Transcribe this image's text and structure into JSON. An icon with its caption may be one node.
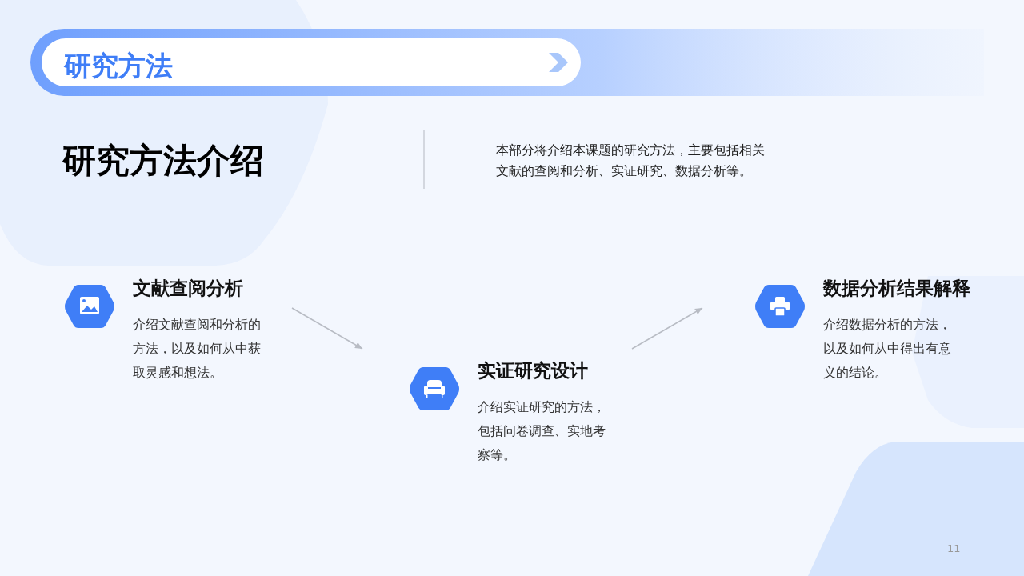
{
  "diagram": {
    "title": "研究方法",
    "nodes": [
      {
        "text": [
          "文献查阅分析",
          "介绍文献查阅和分析的方法，以及如何从中获取灵感和想法。"
        ]
      },
      {
        "text": [
          "实证研究设计",
          "介绍实证研究的方法，包括问卷调查、实地考察等。"
        ]
      },
      {
        "text": [
          "数据分析结果解释",
          "介绍数据分析的方法，以及如何从中得出有意义的结论。"
        ]
      }
    ],
    "edges": [
      {
        "from": 0,
        "to": 1,
        "arrow": "to"
      },
      {
        "from": 1,
        "to": 2,
        "arrow": "to"
      }
    ],
    "labels": [
      "研究方法介绍",
      "本部分将介绍本课题的研究方法，主要包括相关文献的查阅和分析、实证研究、数据分析等。",
      "11"
    ]
  }
}
